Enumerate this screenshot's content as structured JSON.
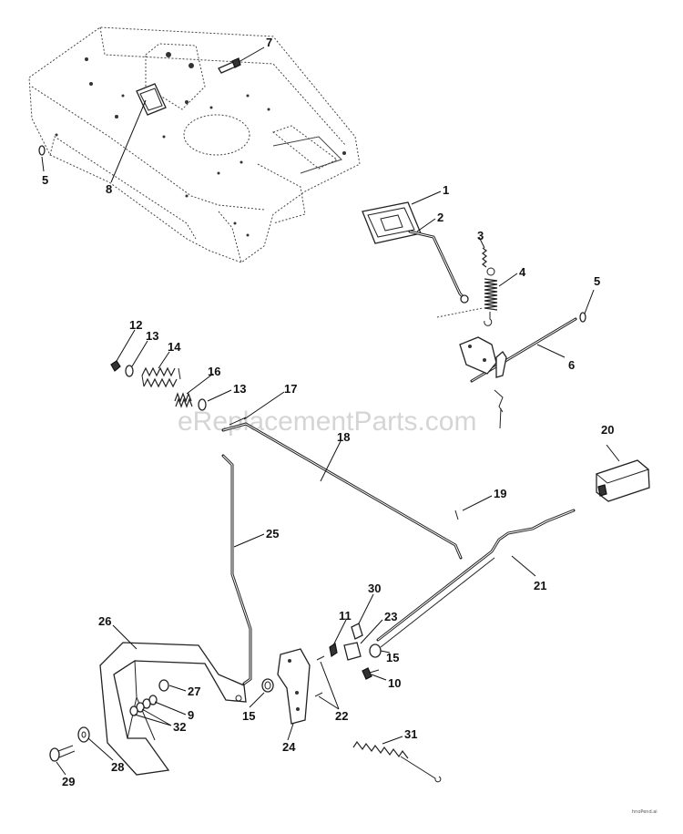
{
  "watermark": "eReplacementParts.com",
  "corner_code": "hnoPend.ai",
  "callouts": {
    "p1": "1",
    "p2": "2",
    "p3": "3",
    "p4": "4",
    "p5a": "5",
    "p5b": "5",
    "p6": "6",
    "p7": "7",
    "p8": "8",
    "p9": "9",
    "p10": "10",
    "p11": "11",
    "p12": "12",
    "p13a": "13",
    "p13b": "13",
    "p14": "14",
    "p15a": "15",
    "p15b": "15",
    "p16": "16",
    "p17": "17",
    "p18": "18",
    "p19": "19",
    "p20": "20",
    "p21": "21",
    "p22": "22",
    "p23": "23",
    "p24": "24",
    "p25": "25",
    "p26": "26",
    "p27": "27",
    "p28": "28",
    "p29": "29",
    "p30": "30",
    "p31": "31",
    "p32": "32"
  }
}
